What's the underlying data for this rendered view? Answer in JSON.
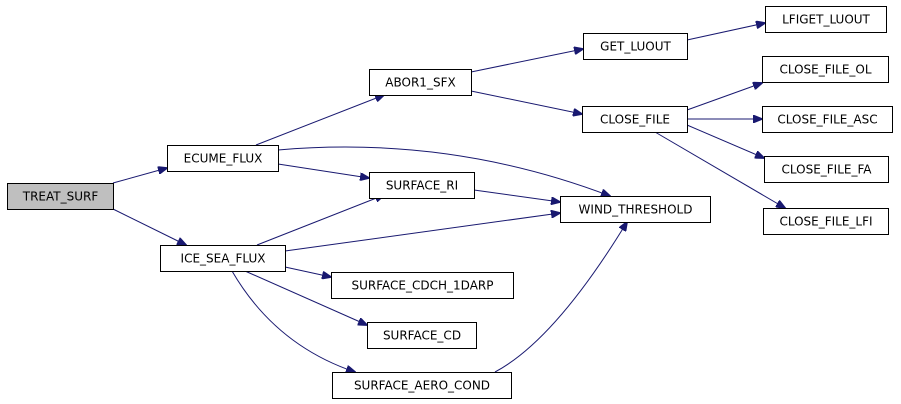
{
  "colors": {
    "root_fill": "#bfbfbf",
    "node_fill": "#ffffff",
    "edge": "#191970"
  },
  "nodes": [
    {
      "id": "treat",
      "label": "TREAT_SURF",
      "root": true
    },
    {
      "id": "ecume",
      "label": "ECUME_FLUX"
    },
    {
      "id": "ice",
      "label": "ICE_SEA_FLUX"
    },
    {
      "id": "abor",
      "label": "ABOR1_SFX"
    },
    {
      "id": "ri",
      "label": "SURFACE_RI"
    },
    {
      "id": "cdch",
      "label": "SURFACE_CDCH_1DARP"
    },
    {
      "id": "cd",
      "label": "SURFACE_CD"
    },
    {
      "id": "aero",
      "label": "SURFACE_AERO_COND"
    },
    {
      "id": "getluout",
      "label": "GET_LUOUT"
    },
    {
      "id": "closefile",
      "label": "CLOSE_FILE"
    },
    {
      "id": "wind",
      "label": "WIND_THRESHOLD"
    },
    {
      "id": "lfiget",
      "label": "LFIGET_LUOUT"
    },
    {
      "id": "cfol",
      "label": "CLOSE_FILE_OL"
    },
    {
      "id": "cfasc",
      "label": "CLOSE_FILE_ASC"
    },
    {
      "id": "cffa",
      "label": "CLOSE_FILE_FA"
    },
    {
      "id": "cflfi",
      "label": "CLOSE_FILE_LFI"
    }
  ],
  "edges": [
    {
      "from": "treat",
      "to": "ecume"
    },
    {
      "from": "treat",
      "to": "ice"
    },
    {
      "from": "ecume",
      "to": "abor"
    },
    {
      "from": "ecume",
      "to": "ri"
    },
    {
      "from": "ecume",
      "to": "wind"
    },
    {
      "from": "ice",
      "to": "ri"
    },
    {
      "from": "ice",
      "to": "wind"
    },
    {
      "from": "ice",
      "to": "cdch"
    },
    {
      "from": "ice",
      "to": "cd"
    },
    {
      "from": "ice",
      "to": "aero"
    },
    {
      "from": "ri",
      "to": "wind"
    },
    {
      "from": "aero",
      "to": "wind"
    },
    {
      "from": "abor",
      "to": "getluout"
    },
    {
      "from": "abor",
      "to": "closefile"
    },
    {
      "from": "getluout",
      "to": "lfiget"
    },
    {
      "from": "closefile",
      "to": "cfol"
    },
    {
      "from": "closefile",
      "to": "cfasc"
    },
    {
      "from": "closefile",
      "to": "cffa"
    },
    {
      "from": "closefile",
      "to": "cflfi"
    }
  ]
}
